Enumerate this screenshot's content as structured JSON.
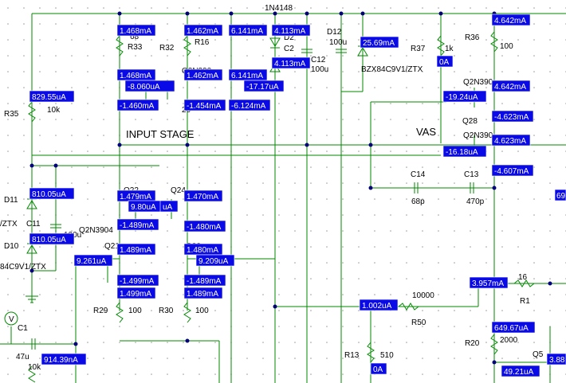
{
  "schematic": {
    "sections": {
      "input_stage": "INPUT STAGE",
      "vas": "VAS"
    },
    "labels": [
      {
        "id": "top-diode",
        "text": "1N4148"
      },
      {
        "id": "r33",
        "text": "R33"
      },
      {
        "id": "r32",
        "text": "R32"
      },
      {
        "id": "r16",
        "text": "R16"
      },
      {
        "id": "d2",
        "text": "D2"
      },
      {
        "id": "c2",
        "text": "C2"
      },
      {
        "id": "c12",
        "text": "C12"
      },
      {
        "id": "c12-val",
        "text": "100u"
      },
      {
        "id": "d12",
        "text": "D12"
      },
      {
        "id": "d12-val",
        "text": "100u"
      },
      {
        "id": "zener-top",
        "text": "BZX84C9V1/ZTX"
      },
      {
        "id": "r37",
        "text": "R37"
      },
      {
        "id": "r37-val",
        "text": "1k"
      },
      {
        "id": "r36",
        "text": "R36"
      },
      {
        "id": "r36-val",
        "text": "100"
      },
      {
        "id": "q-top-left",
        "text": "Q2N390"
      },
      {
        "id": "q26",
        "text": "26"
      },
      {
        "id": "r35",
        "text": "R35"
      },
      {
        "id": "r35-val",
        "text": "10k"
      },
      {
        "id": "q-vas-1",
        "text": "Q2N390"
      },
      {
        "id": "q28",
        "text": "Q28"
      },
      {
        "id": "q-vas-2",
        "text": "Q2N390"
      },
      {
        "id": "d11",
        "text": "D11"
      },
      {
        "id": "d11-part",
        "text": "/ZTX"
      },
      {
        "id": "c11",
        "text": "C11"
      },
      {
        "id": "c11-val",
        "text": "100u"
      },
      {
        "id": "q-mid-left",
        "text": "Q2N3904"
      },
      {
        "id": "q24",
        "text": "Q24"
      },
      {
        "id": "q22",
        "text": "Q22"
      },
      {
        "id": "d10",
        "text": "D10"
      },
      {
        "id": "d10-part",
        "text": "84C9V1/ZTX"
      },
      {
        "id": "q21",
        "text": "Q21"
      },
      {
        "id": "q-low-mid",
        "text": "3904"
      },
      {
        "id": "q23",
        "text": "Q23"
      },
      {
        "id": "c14",
        "text": "C14"
      },
      {
        "id": "c14-val",
        "text": "68p"
      },
      {
        "id": "c13",
        "text": "C13"
      },
      {
        "id": "c13-val",
        "text": "470p"
      },
      {
        "id": "r29",
        "text": "R29"
      },
      {
        "id": "r29-val",
        "text": "100"
      },
      {
        "id": "r30",
        "text": "R30"
      },
      {
        "id": "r30-val",
        "text": "100"
      },
      {
        "id": "r50-val",
        "text": "10000"
      },
      {
        "id": "r50",
        "text": "R50"
      },
      {
        "id": "r1-val",
        "text": "16"
      },
      {
        "id": "r1",
        "text": "R1"
      },
      {
        "id": "r20",
        "text": "R20"
      },
      {
        "id": "r20-val",
        "text": "2000"
      },
      {
        "id": "q5",
        "text": "Q5"
      },
      {
        "id": "r13",
        "text": "R13"
      },
      {
        "id": "r13-val",
        "text": "510"
      },
      {
        "id": "c1",
        "text": "C1"
      },
      {
        "id": "c1-val",
        "text": "47u"
      },
      {
        "id": "r-bottom",
        "text": "10k"
      },
      {
        "id": "src-v",
        "text": "V"
      },
      {
        "id": "r33-val",
        "text": "68"
      },
      {
        "id": "edge-69",
        "text": "69"
      }
    ],
    "probes": [
      {
        "id": "p-r33-top",
        "text": "1.468mA"
      },
      {
        "id": "p-r32-top",
        "text": "1.462mA"
      },
      {
        "id": "p-mid-top",
        "text": "6.141mA"
      },
      {
        "id": "p-d2",
        "text": "4.113mA"
      },
      {
        "id": "p-zener",
        "text": "25.69mA"
      },
      {
        "id": "p-r36",
        "text": "4.642mA"
      },
      {
        "id": "p-q-left",
        "text": "1.468mA"
      },
      {
        "id": "p-q-right",
        "text": "1.462mA"
      },
      {
        "id": "p-mid2",
        "text": "6.141mA"
      },
      {
        "id": "p-d2b",
        "text": "4.113mA"
      },
      {
        "id": "p-r37",
        "text": "0A"
      },
      {
        "id": "p-q28-top",
        "text": "4.642mA"
      },
      {
        "id": "p-base-small",
        "text": "-8.060uA"
      },
      {
        "id": "p-neg-mid",
        "text": "-17.17uA"
      },
      {
        "id": "p-r35",
        "text": "829.55uA"
      },
      {
        "id": "p-q26-e",
        "text": "-1.460mA"
      },
      {
        "id": "p-q26-e2",
        "text": "-1.454mA"
      },
      {
        "id": "p-q26-e3",
        "text": "-6.124mA"
      },
      {
        "id": "p-vas-base",
        "text": "-19.24uA"
      },
      {
        "id": "p-q28-e",
        "text": "-4.623mA"
      },
      {
        "id": "p-q29-c",
        "text": "4.623mA"
      },
      {
        "id": "p-vas-base2",
        "text": "-16.18uA"
      },
      {
        "id": "p-q29-e",
        "text": "-4.607mA"
      },
      {
        "id": "p-d11",
        "text": "810.05uA"
      },
      {
        "id": "p-q22-c",
        "text": "1.479mA"
      },
      {
        "id": "p-q24-c",
        "text": "1.470mA"
      },
      {
        "id": "p-q22-b",
        "text": "9.80uA"
      },
      {
        "id": "p-q22-b2",
        "text": "uA"
      },
      {
        "id": "p-q22-e",
        "text": "-1.489mA"
      },
      {
        "id": "p-q24-e",
        "text": "-1.480mA"
      },
      {
        "id": "p-d10",
        "text": "810.05uA"
      },
      {
        "id": "p-q21-c",
        "text": "1.489mA"
      },
      {
        "id": "p-q23-c",
        "text": "1.480mA"
      },
      {
        "id": "p-q21-b",
        "text": "9.261uA"
      },
      {
        "id": "p-q23-b",
        "text": "9.209uA"
      },
      {
        "id": "p-q21-e",
        "text": "-1.499mA"
      },
      {
        "id": "p-q23-e",
        "text": "-1.489mA"
      },
      {
        "id": "p-r29",
        "text": "1.499mA"
      },
      {
        "id": "p-r30",
        "text": "1.489mA"
      },
      {
        "id": "p-r1",
        "text": "3.957mA"
      },
      {
        "id": "p-r50",
        "text": "1.002uA"
      },
      {
        "id": "p-r20",
        "text": "649.67uA"
      },
      {
        "id": "p-c1",
        "text": "914.39nA"
      },
      {
        "id": "p-r13",
        "text": "0A"
      },
      {
        "id": "p-q5",
        "text": "49.21uA"
      },
      {
        "id": "p-edge",
        "text": "3.88"
      },
      {
        "id": "p-edge2",
        "text": "69"
      }
    ]
  }
}
